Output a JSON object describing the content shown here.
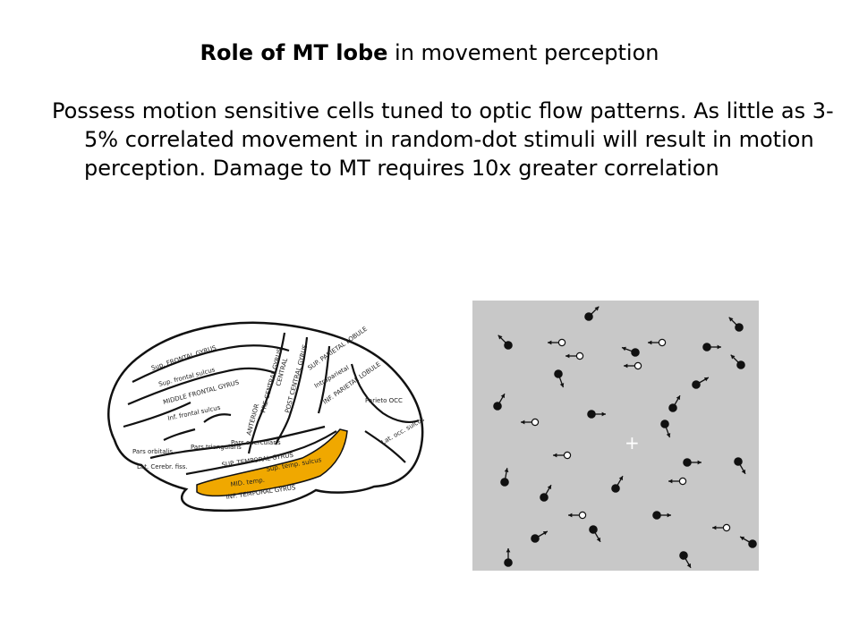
{
  "slide": {
    "title_bold": "Role of MT lobe",
    "title_rest": " in movement perception",
    "body": "Possess motion sensitive cells tuned to optic flow patterns. As little as 3-5% correlated movement in random-dot stimuli will result in motion perception. Damage to MT requires 10x greater correlation"
  },
  "brain_diagram": {
    "highlight_color": "#f0a800",
    "labels": [
      "Sup. FRONTAL GYRUS",
      "Sup. frontal sulcus",
      "MIDDLE FRONTAL GYRUS",
      "Inf. frontal sulcus",
      "PRE-CENTRAL GYRUS",
      "ANTERIOR",
      "POST CENTRAL GYRUS",
      "CENTRAL",
      "SUP. PARIETAL LOBULE",
      "INF. PARIETAL LOBULE",
      "Intraparietal",
      "Pars triangularis",
      "Pars opercularis",
      "Pars orbitalis",
      "Lat. Cerebr. fiss.",
      "SUP. TEMPORAL GYRUS",
      "Sup. temp. sulcus",
      "MID. temp.",
      "INF. TEMPORAL GYRUS",
      "Parieto OCC",
      "Lat. occ. sulcus"
    ]
  },
  "stimulus": {
    "background_color": "#c8c8c8",
    "fixation": "+"
  }
}
